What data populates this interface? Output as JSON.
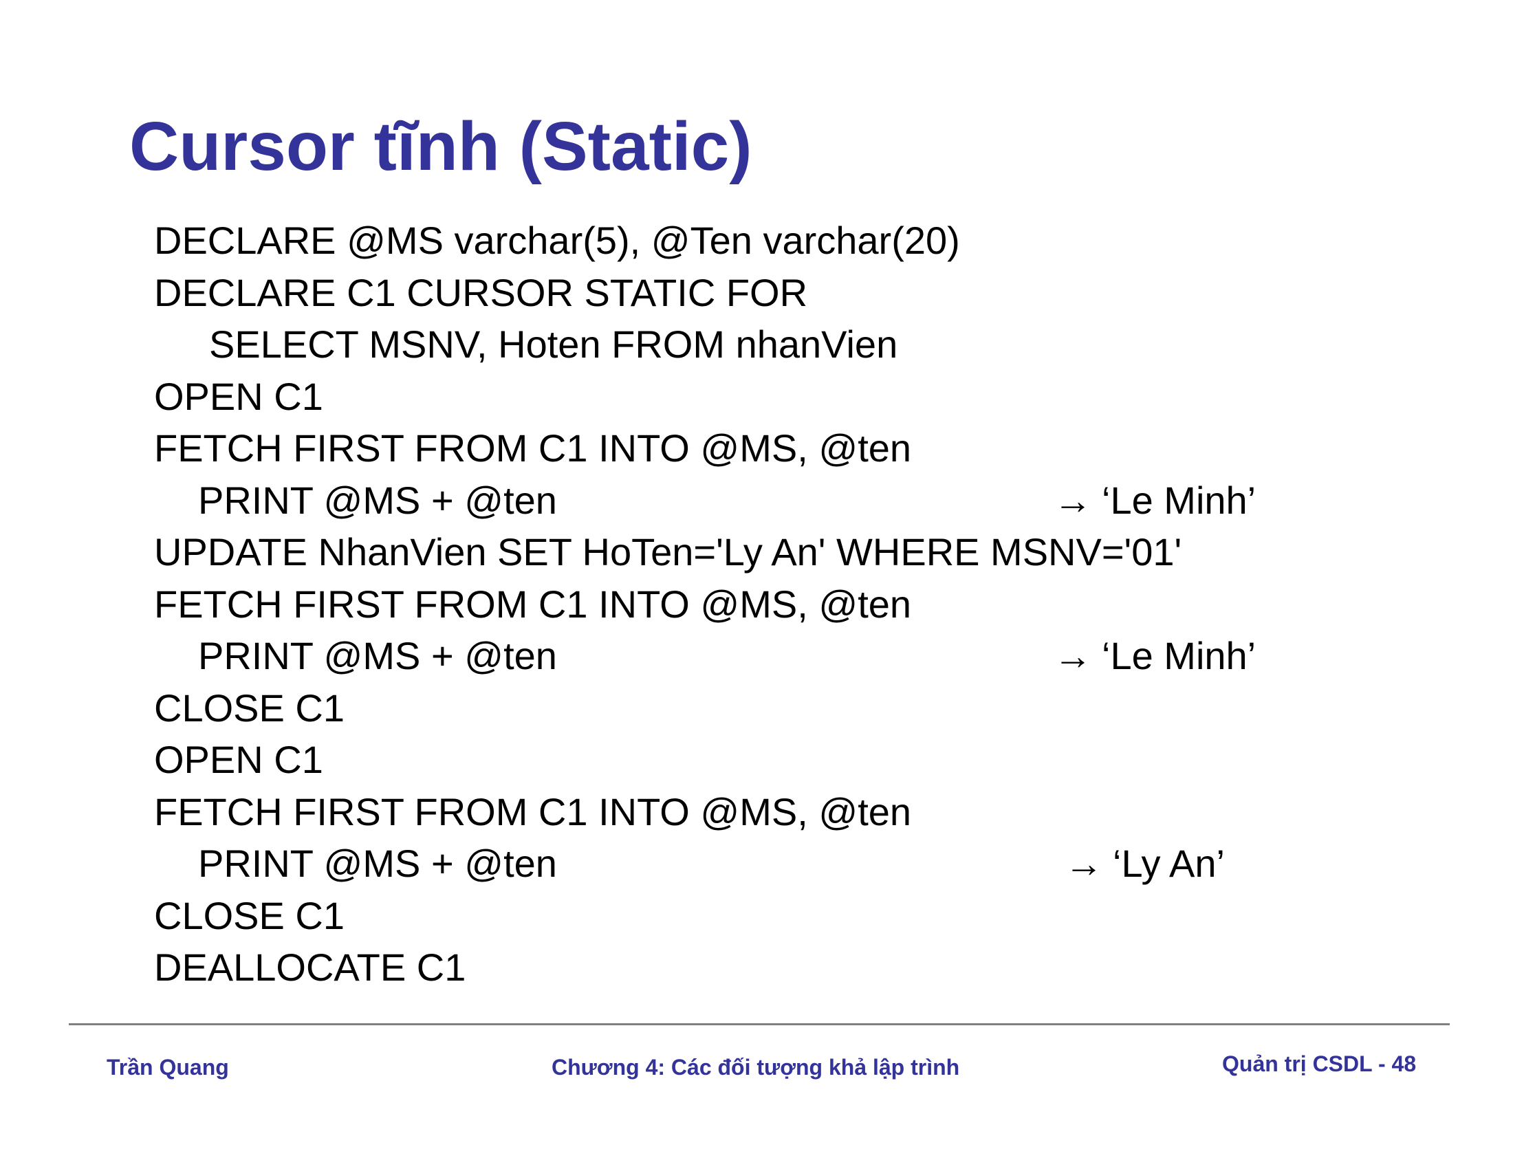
{
  "slide": {
    "title": "Cursor tĩnh (Static)",
    "code_lines": [
      {
        "text": "DECLARE @MS varchar(5), @Ten varchar(20)",
        "indent": 0,
        "result": ""
      },
      {
        "text": "DECLARE  C1 CURSOR  STATIC  FOR",
        "indent": 0,
        "result": ""
      },
      {
        "text": "SELECT MSNV, Hoten FROM nhanVien",
        "indent": 1,
        "result": ""
      },
      {
        "text": "OPEN  C1",
        "indent": 0,
        "result": ""
      },
      {
        "text": "FETCH FIRST FROM C1 INTO @MS, @ten",
        "indent": 0,
        "result": ""
      },
      {
        "text": "PRINT @MS + @ten",
        "indent": 2,
        "result": "‘Le Minh’"
      },
      {
        "text": "UPDATE NhanVien SET HoTen='Ly An' WHERE MSNV='01'",
        "indent": 0,
        "result": ""
      },
      {
        "text": "FETCH FIRST FROM C1 INTO @MS, @ten",
        "indent": 0,
        "result": ""
      },
      {
        "text": "PRINT @MS + @ten",
        "indent": 2,
        "result": "‘Le Minh’"
      },
      {
        "text": "CLOSE C1",
        "indent": 0,
        "result": ""
      },
      {
        "text": "OPEN  C1",
        "indent": 0,
        "result": ""
      },
      {
        "text": "FETCH FIRST FROM C1 INTO @MS, @ten",
        "indent": 0,
        "result": ""
      },
      {
        "text": "PRINT @MS + @ten",
        "indent": 2,
        "result": "‘Ly An’"
      },
      {
        "text": "CLOSE C1",
        "indent": 0,
        "result": ""
      },
      {
        "text": "DEALLOCATE C1",
        "indent": 0,
        "result": ""
      }
    ],
    "result_arrow": "→",
    "title_color": "#333399",
    "footer_color": "#333399",
    "text_color": "#000000",
    "divider_color": "#808080"
  },
  "footer": {
    "author": "Trần Quang",
    "chapter": "Chương 4: Các đối tượng khả lập trình",
    "course_page": "Quản trị CSDL - 48"
  }
}
